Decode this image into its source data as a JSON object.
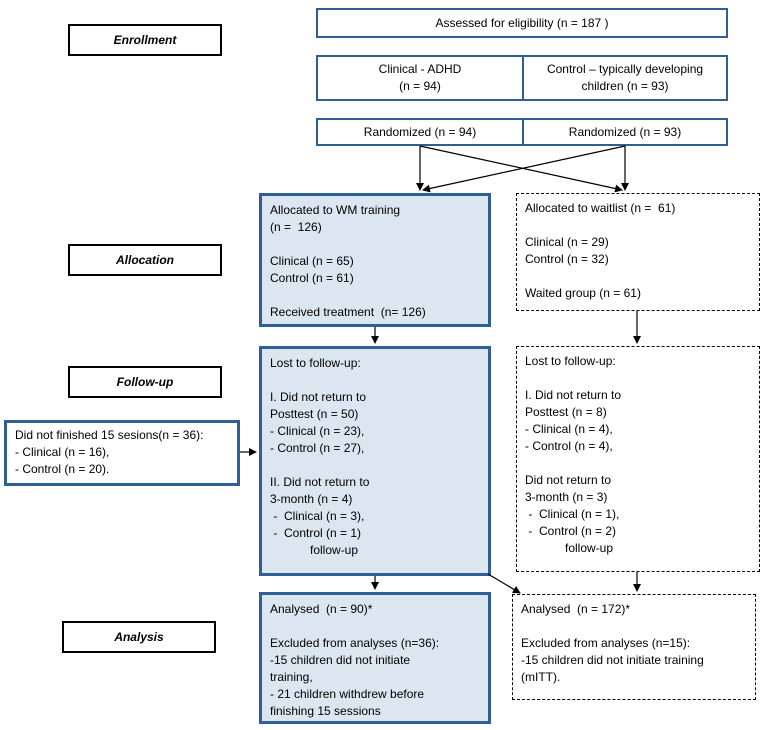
{
  "stages": {
    "enrollment": "Enrollment",
    "allocation": "Allocation",
    "followup": "Follow-up",
    "analysis": "Analysis"
  },
  "assessed": "Assessed for eligibility (n = 187 )",
  "clinical_group": [
    "Clinical - ADHD",
    "(n = 94)"
  ],
  "control_group": [
    "Control – typically developing",
    "children (n = 93)"
  ],
  "randomized_clinical": "Randomized (n = 94)",
  "randomized_control": "Randomized (n = 93)",
  "wm_training": {
    "title": "Allocated to WM training",
    "n": "(n =  126)",
    "clinical": "Clinical (n = 65)",
    "control": "Control (n = 61)",
    "received": "Received treatment  (n= 126)"
  },
  "waitlist": {
    "title": "Allocated to waitlist (n =  61)",
    "clinical": "Clinical (n = 29)",
    "control": "Control (n = 32)",
    "waited": "Waited group (n = 61)"
  },
  "lost_training": {
    "title": "Lost to follow-up:",
    "l1": "I. Did not return to",
    "l2": "Posttest (n = 50)",
    "l3": "- Clinical (n = 23),",
    "l4": "- Control (n = 27),",
    "l5": "II. Did not return to",
    "l6": "3-month (n = 4)",
    "l7": " -  Clinical (n = 3),",
    "l8": " -  Control (n = 1)",
    "l9": "            follow-up"
  },
  "lost_waitlist": {
    "title": "Lost to follow-up:",
    "l1": "I. Did not return to",
    "l2": "Posttest (n = 8)",
    "l3": "- Clinical (n = 4),",
    "l4": "- Control (n = 4),",
    "l5": "Did not return to",
    "l6": "3-month (n = 3)",
    "l7": " -  Clinical (n = 1),",
    "l8": " -  Control (n = 2)",
    "l9": "            follow-up"
  },
  "not_finished": {
    "l1": "Did not finished 15 sesions(n = 36):",
    "l2": "- Clinical (n = 16),",
    "l3": "- Control (n = 20)."
  },
  "analysed_training": {
    "l1": "Analysed  (n = 90)*",
    "l2": "Excluded from analyses (n=36):",
    "l3": "-15 children did not initiate",
    "l4": "training,",
    "l5": "- 21 children withdrew before",
    "l6": "finishing 15 sessions"
  },
  "analysed_waitlist": {
    "l1": "Analysed  (n = 172)*",
    "l2": "Excluded from analyses (n=15):",
    "l3": "-15 children did not initiate training",
    "l4": "(mITT)."
  }
}
